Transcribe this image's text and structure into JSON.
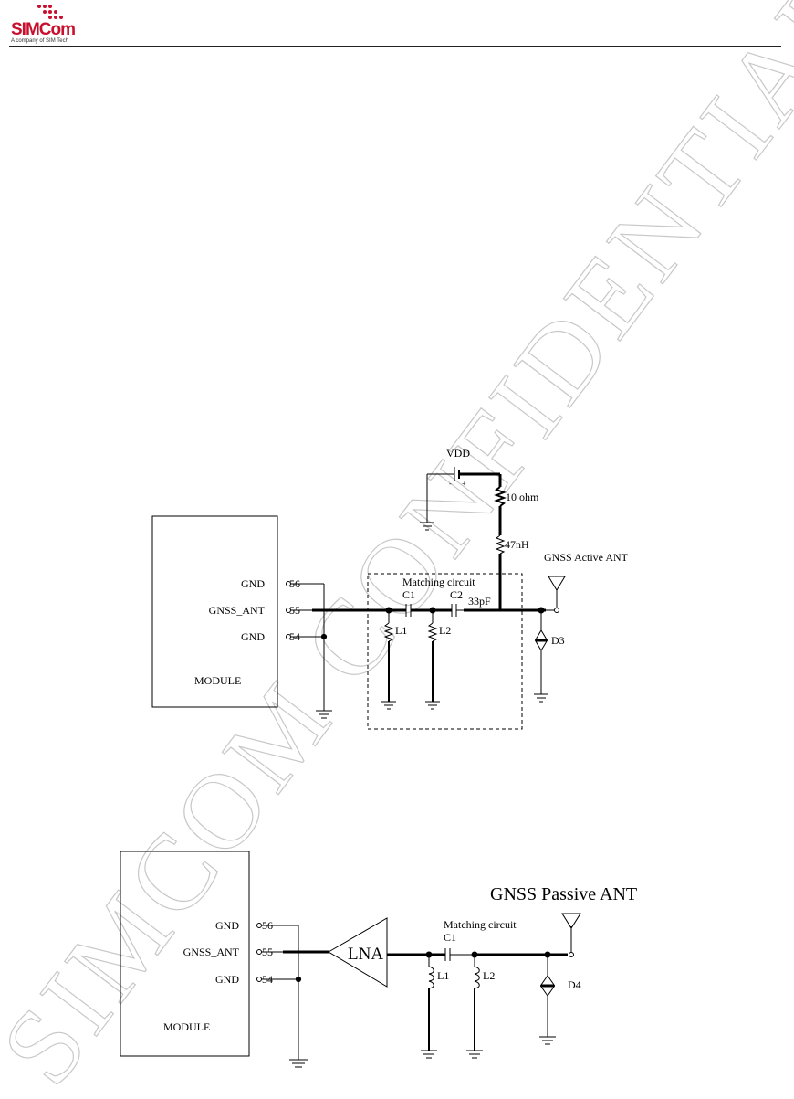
{
  "logo": {
    "brand_left": "SIM",
    "brand_right": "Com",
    "tagline": "A company of SIM Tech"
  },
  "watermark": "SIMCOM  CONFIDENTIAL  FILE",
  "diagram_active": {
    "vdd": "VDD",
    "resistor": "10 ohm",
    "inductor": "47nH",
    "antenna": "GNSS Active ANT",
    "matching": "Matching circuit",
    "c1": "C1",
    "c2": "C2",
    "cap_value": "33pF",
    "l1": "L1",
    "l2": "L2",
    "diode": "D3",
    "module": "MODULE",
    "pins": [
      {
        "name": "GND",
        "num": "56"
      },
      {
        "name": "GNSS_ANT",
        "num": "55"
      },
      {
        "name": "GND",
        "num": "54"
      }
    ]
  },
  "diagram_passive": {
    "antenna": "GNSS Passive ANT",
    "matching": "Matching circuit",
    "c1": "C1",
    "l1": "L1",
    "l2": "L2",
    "diode": "D4",
    "lna": "LNA",
    "module": "MODULE",
    "pins": [
      {
        "name": "GND",
        "num": "56"
      },
      {
        "name": "GNSS_ANT",
        "num": "55"
      },
      {
        "name": "GND",
        "num": "54"
      }
    ]
  }
}
